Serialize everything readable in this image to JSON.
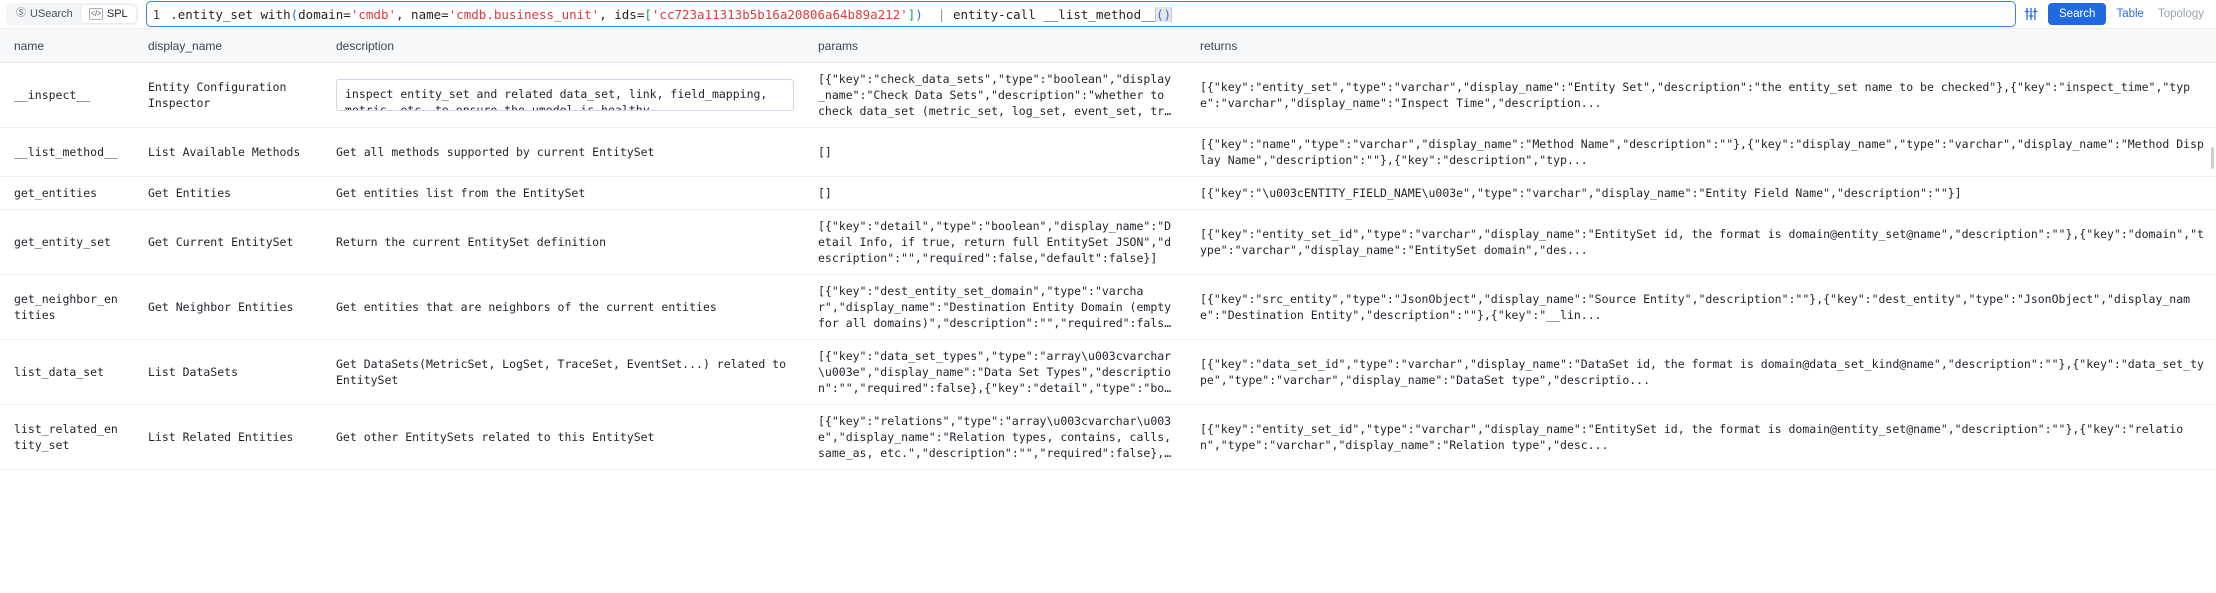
{
  "toolbar": {
    "modes": [
      {
        "label": "USearch",
        "icon": "at-circle-icon",
        "active": false
      },
      {
        "label": "SPL",
        "icon": "code-badge-icon",
        "active": true
      }
    ],
    "line_number": "1",
    "query_segments": [
      {
        "text": ".entity_set with",
        "cls": "plain"
      },
      {
        "text": "(",
        "cls": "tok-paren"
      },
      {
        "text": "domain=",
        "cls": "plain"
      },
      {
        "text": "'cmdb'",
        "cls": "tok-str"
      },
      {
        "text": ", name=",
        "cls": "plain"
      },
      {
        "text": "'cmdb.business_unit'",
        "cls": "tok-str"
      },
      {
        "text": ", ids=",
        "cls": "plain"
      },
      {
        "text": "[",
        "cls": "tok-bracket"
      },
      {
        "text": "'cc723a11313b5b16a20806a64b89a212'",
        "cls": "tok-str"
      },
      {
        "text": "]",
        "cls": "tok-bracket"
      },
      {
        "text": ")",
        "cls": "tok-paren"
      },
      {
        "text": "  ",
        "cls": "plain"
      },
      {
        "text": "|",
        "cls": "tok-pipe"
      },
      {
        "text": " entity-call __list_method__",
        "cls": "plain"
      },
      {
        "text": "()",
        "cls": "caret-box tok-paren"
      }
    ],
    "query_plain": ".entity_set with(domain='cmdb', name='cmdb.business_unit', ids=['cc723a11313b5b16a20806a64b89a212'])  | entity-call __list_method__()",
    "filter_icon": "sliders-icon",
    "search_label": "Search",
    "view_tabs": [
      {
        "label": "Table",
        "active": true
      },
      {
        "label": "Topology",
        "active": false
      }
    ],
    "accent_color": "#1f6ae0",
    "string_color": "#e0393e",
    "bracket_color": "#1d9a4f"
  },
  "table": {
    "columns": [
      {
        "key": "name",
        "label": "name"
      },
      {
        "key": "display_name",
        "label": "display_name"
      },
      {
        "key": "description",
        "label": "description"
      },
      {
        "key": "params",
        "label": "params"
      },
      {
        "key": "returns",
        "label": "returns"
      }
    ],
    "rows": [
      {
        "name": "__inspect__",
        "display_name": "Entity Configuration Inspector",
        "description": "inspect entity_set and related data_set, link, field_mapping, metric, etc. to ensure the umodel is healthy",
        "params": "[{\"key\":\"check_data_sets\",\"type\":\"boolean\",\"display_name\":\"Check Data Sets\",\"description\":\"whether to check data_set (metric_set, log_set, event_set, trace_set) configuration\",\"required\":false,\"defa...",
        "returns": "[{\"key\":\"entity_set\",\"type\":\"varchar\",\"display_name\":\"Entity Set\",\"description\":\"the entity_set name to be checked\"},{\"key\":\"inspect_time\",\"type\":\"varchar\",\"display_name\":\"Inspect Time\",\"description..."
      },
      {
        "name": "__list_method__",
        "display_name": "List Available Methods",
        "description": "Get all methods supported by current EntitySet",
        "params": "[]",
        "returns": "[{\"key\":\"name\",\"type\":\"varchar\",\"display_name\":\"Method Name\",\"description\":\"\"},{\"key\":\"display_name\",\"type\":\"varchar\",\"display_name\":\"Method Display Name\",\"description\":\"\"},{\"key\":\"description\",\"typ..."
      },
      {
        "name": "get_entities",
        "display_name": "Get Entities",
        "description": "Get entities list from the EntitySet",
        "params": "[]",
        "returns": "[{\"key\":\"\\u003cENTITY_FIELD_NAME\\u003e\",\"type\":\"varchar\",\"display_name\":\"Entity Field Name\",\"description\":\"\"}]"
      },
      {
        "name": "get_entity_set",
        "display_name": "Get Current EntitySet",
        "description": "Return the current EntitySet definition",
        "params": "[{\"key\":\"detail\",\"type\":\"boolean\",\"display_name\":\"Detail Info, if true, return full EntitySet JSON\",\"description\":\"\",\"required\":false,\"default\":false}]",
        "returns": "[{\"key\":\"entity_set_id\",\"type\":\"varchar\",\"display_name\":\"EntitySet id, the format is domain@entity_set@name\",\"description\":\"\"},{\"key\":\"domain\",\"type\":\"varchar\",\"display_name\":\"EntitySet domain\",\"des..."
      },
      {
        "name": "get_neighbor_entities",
        "display_name": "Get Neighbor Entities",
        "description": "Get entities that are neighbors of the current entities",
        "params": "[{\"key\":\"dest_entity_set_domain\",\"type\":\"varchar\",\"display_name\":\"Destination Entity Domain (empty for all domains)\",\"description\":\"\",\"required\":false},{\"key\":\"dest_entity_set_name\",\"type\":\"varchar\"...",
        "returns": "[{\"key\":\"src_entity\",\"type\":\"JsonObject\",\"display_name\":\"Source Entity\",\"description\":\"\"},{\"key\":\"dest_entity\",\"type\":\"JsonObject\",\"display_name\":\"Destination Entity\",\"description\":\"\"},{\"key\":\"__lin..."
      },
      {
        "name": "list_data_set",
        "display_name": "List DataSets",
        "description": "Get DataSets(MetricSet, LogSet, TraceSet, EventSet...) related to EntitySet",
        "params": "[{\"key\":\"data_set_types\",\"type\":\"array\\u003cvarchar\\u003e\",\"display_name\":\"Data Set Types\",\"description\":\"\",\"required\":false},{\"key\":\"detail\",\"type\":\"boole...",
        "returns": "[{\"key\":\"data_set_id\",\"type\":\"varchar\",\"display_name\":\"DataSet id, the format is domain@data_set_kind@name\",\"description\":\"\"},{\"key\":\"data_set_type\",\"type\":\"varchar\",\"display_name\":\"DataSet type\",\"descriptio..."
      },
      {
        "name": "list_related_entity_set",
        "display_name": "List Related Entities",
        "description": "Get other EntitySets related to this EntitySet",
        "params": "[{\"key\":\"relations\",\"type\":\"array\\u003cvarchar\\u003e\",\"display_name\":\"Relation types, contains, calls, same_as, etc.\",\"description\":\"\",\"required\":false},{\"key\":\"direction\",\"type\":\"varchar\",\"display_...",
        "returns": "[{\"key\":\"entity_set_id\",\"type\":\"varchar\",\"display_name\":\"EntitySet id, the format is domain@entity_set@name\",\"description\":\"\"},{\"key\":\"relation\",\"type\":\"varchar\",\"display_name\":\"Relation type\",\"desc..."
      }
    ]
  }
}
